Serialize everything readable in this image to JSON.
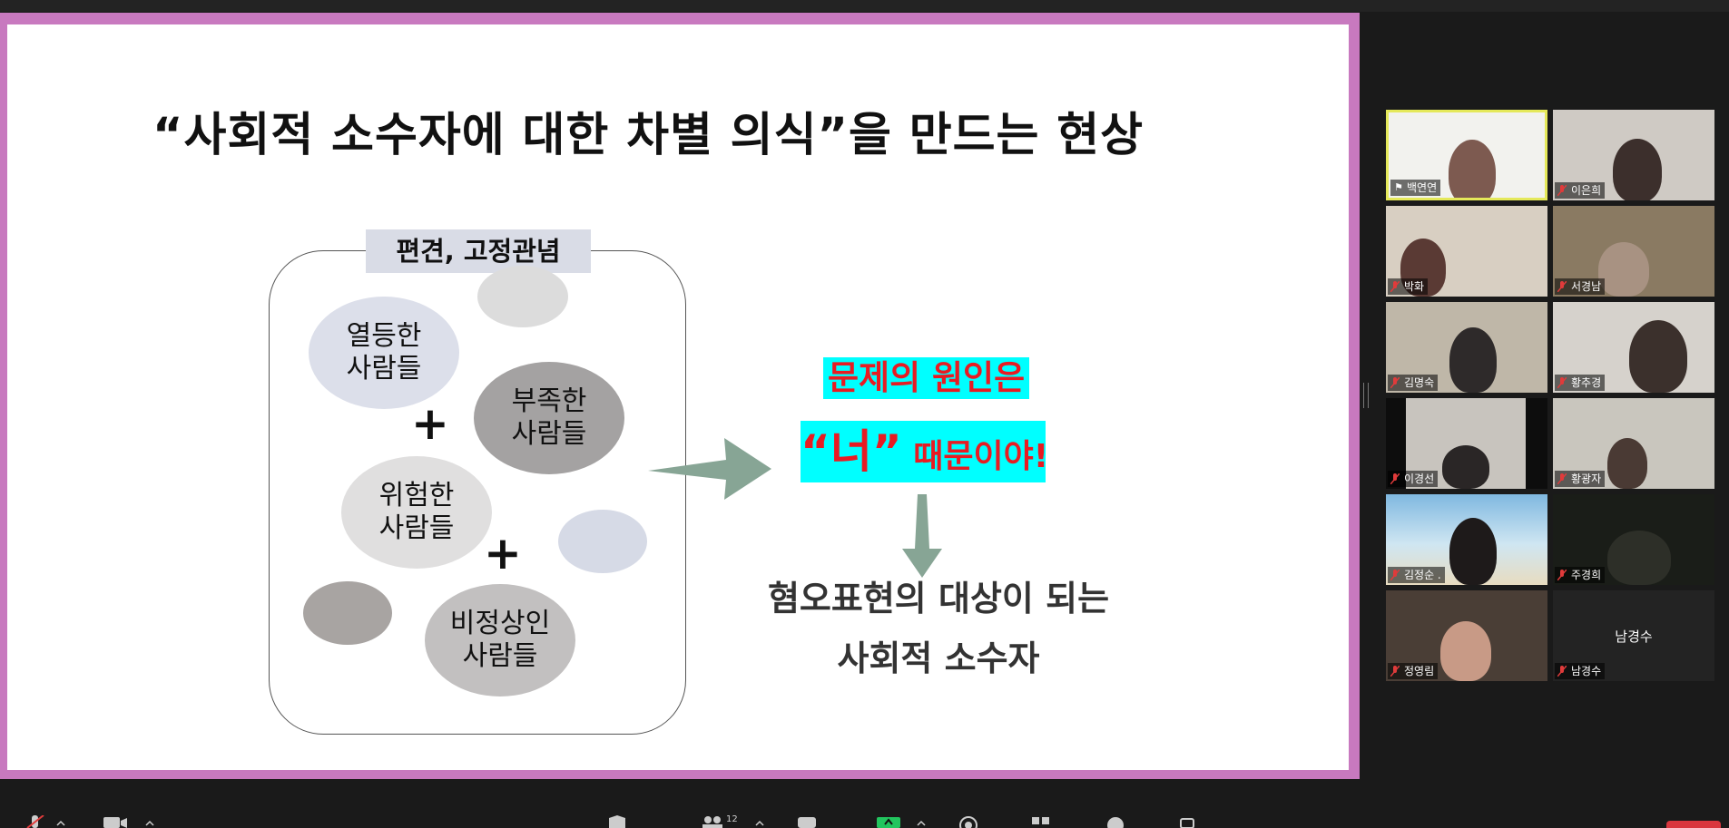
{
  "slide": {
    "title": "“사회적 소수자에 대한 차별 의식”을 만드는 현상",
    "box_label": "편견, 고정관념",
    "blobs": [
      "열등한\n사람들",
      "부족한\n사람들",
      "위험한\n사람들",
      "비정상인\n사람들"
    ],
    "plus": "+",
    "cause": "문제의 원인은",
    "you_quote": "“너”",
    "you_rest": " 때문이야!",
    "hate_line1": "혐오표현의 대상이 되는",
    "hate_line2": "사회적 소수자",
    "colors": {
      "frame": "#c879bf",
      "highlight": "#00ffff",
      "red_text": "#e81b22",
      "arrow": "#87a595"
    }
  },
  "participants": [
    {
      "name": "백연연",
      "pinned": true
    },
    {
      "name": "이은희",
      "muted": true
    },
    {
      "name": "박화",
      "muted": true
    },
    {
      "name": "서경남",
      "muted": true
    },
    {
      "name": "김명숙",
      "muted": true
    },
    {
      "name": "황추경",
      "muted": true
    },
    {
      "name": "이경선",
      "muted": true
    },
    {
      "name": "황광자",
      "muted": true
    },
    {
      "name": "김정순 .",
      "muted": true
    },
    {
      "name": "주경희",
      "muted": true
    },
    {
      "name": "정영림",
      "muted": true
    },
    {
      "name": "남경수",
      "muted": true,
      "video_off": true
    }
  ],
  "toolbar": {
    "participant_count": "12",
    "icons": [
      "microphone-muted-icon",
      "video-icon",
      "security-icon",
      "participants-icon",
      "chat-icon",
      "share-screen-icon",
      "record-icon",
      "apps-icon",
      "reactions-icon",
      "more-icon"
    ]
  }
}
